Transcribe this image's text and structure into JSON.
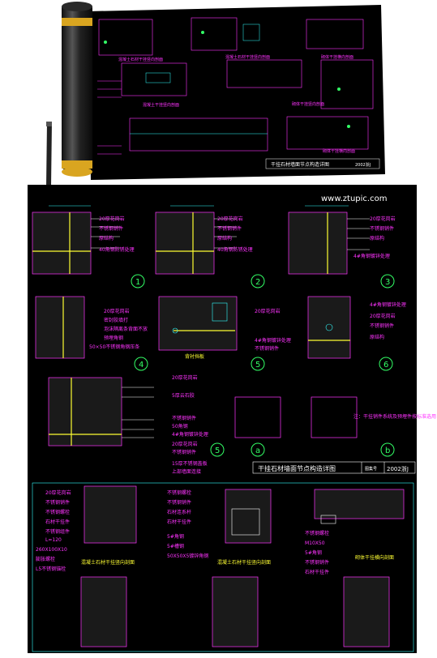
{
  "site_watermark": "www.ztupic.com",
  "main_sheet": {
    "title": "干挂石材墙面节点构造详图",
    "drawing_no_label": "图集号",
    "drawing_no": "2002浙J",
    "details_row1": [
      {
        "num": "1",
        "labels": [
          "20厚花岗岩",
          "不锈钢销件",
          "原结构",
          "40角钢防锈处理"
        ]
      },
      {
        "num": "2",
        "labels": [
          "20厚花岗岩",
          "不锈钢销件",
          "原结构",
          "40角钢防锈处理"
        ]
      },
      {
        "num": "3",
        "labels": [
          "20厚花岗岩",
          "不锈钢销件",
          "原结构",
          "4#角钢镀锌处理"
        ]
      }
    ],
    "details_row2": [
      {
        "num": "4",
        "labels": [
          "20厚花岗岩",
          "密封胶填打",
          "泡沫隔离条背面不放",
          "预埋角钢",
          "50×50不锈钢角钢压条"
        ]
      },
      {
        "num": "5",
        "labels": [
          "20厚花岗岩",
          "4#角钢镀锌处理",
          "不锈钢销件",
          "背衬挡板"
        ]
      },
      {
        "num": "6",
        "labels": [
          "4#角钢镀锌处理",
          "20厚花岗岩",
          "不锈钢销件",
          "原结构"
        ]
      }
    ],
    "details_row3": {
      "num": "5",
      "labels": [
        "20厚花岗岩",
        "5厚云石胶",
        "不锈钢销件",
        "50角钢",
        "4#角钢镀锌处理",
        "20厚花岗岩",
        "不锈钢销件",
        "15厚不锈钢盖板",
        "上部墙面连接"
      ],
      "sub_a": "a",
      "sub_b": "b",
      "note": "注：干挂销件系统及预埋件按标准选用"
    },
    "bottom_row": {
      "titles": [
        "混凝土石材干挂竖向剖面",
        "混凝土石材干挂竖向剖面",
        "砌体干挂横向剖面"
      ],
      "labels_left": [
        "20厚花岗岩",
        "不锈钢销件",
        "不锈钢螺栓",
        "石材干挂件",
        "不锈钢组件",
        "L=120",
        "260X100X10",
        "膨胀螺栓",
        "L5不锈钢锚栓"
      ],
      "labels_mid": [
        "不锈钢螺栓",
        "不锈钢销件",
        "石材连系杆",
        "石材干挂件",
        "5#角钢",
        "5#槽钢",
        "50X50X5镀锌角钢"
      ],
      "labels_right": [
        "不锈钢螺栓",
        "M10X50",
        "5#角钢",
        "不锈钢销件",
        "石材干挂件"
      ]
    }
  },
  "preview_sheet": {
    "title": "干挂石材墙面节点构造详图",
    "drawing_no": "2002浙J",
    "labels": [
      "混凝土石材干挂竖向剖面",
      "混凝土石材干挂竖向剖面",
      "砌体干挂横向剖面",
      "混凝土干挂竖向剖面",
      "砌体干挂竖向剖面",
      "砌体干挂横向剖面"
    ]
  },
  "colors": {
    "cad_bg": "#000000",
    "magenta": "#ff33ff",
    "green": "#33ff66",
    "yellow": "#ffff33",
    "white": "#ffffff",
    "cyan": "#33ffff"
  }
}
